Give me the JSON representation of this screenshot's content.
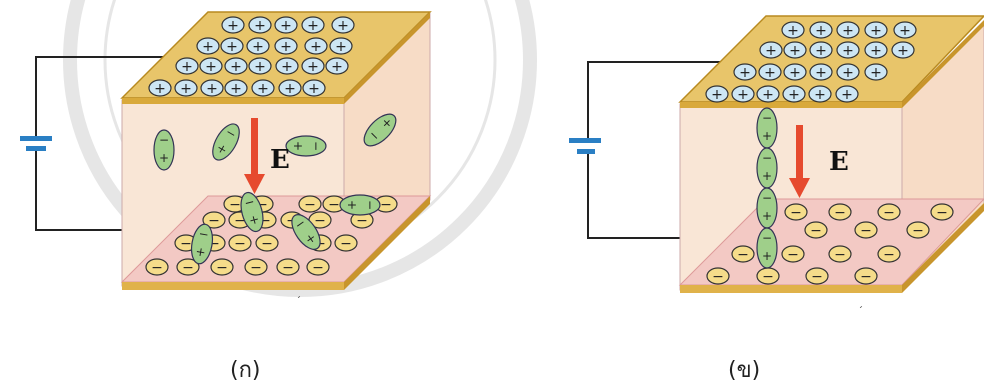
{
  "panels": [
    {
      "id": "a",
      "caption": "(ก)",
      "field_label": "E",
      "plate_top_charge": "+",
      "plate_bottom_charge": "−",
      "particle_charges": [
        "+",
        "−"
      ]
    },
    {
      "id": "b",
      "caption": "(ข)",
      "field_label": "E",
      "plate_top_charge": "+",
      "plate_bottom_charge": "−",
      "particle_charges": [
        "+",
        "−"
      ]
    }
  ],
  "colors": {
    "plate_gold": "#e8c56a",
    "plate_edge": "#b88a20",
    "slab_fill": "#f9e6d6",
    "bottom_plate": "#f3c9c4",
    "arrow": "#e64a2e",
    "battery": "#2a7fc4",
    "particle": "#9fcf8a",
    "plus_charge": "#cde6f4",
    "minus_charge": "#f5dc8a"
  }
}
